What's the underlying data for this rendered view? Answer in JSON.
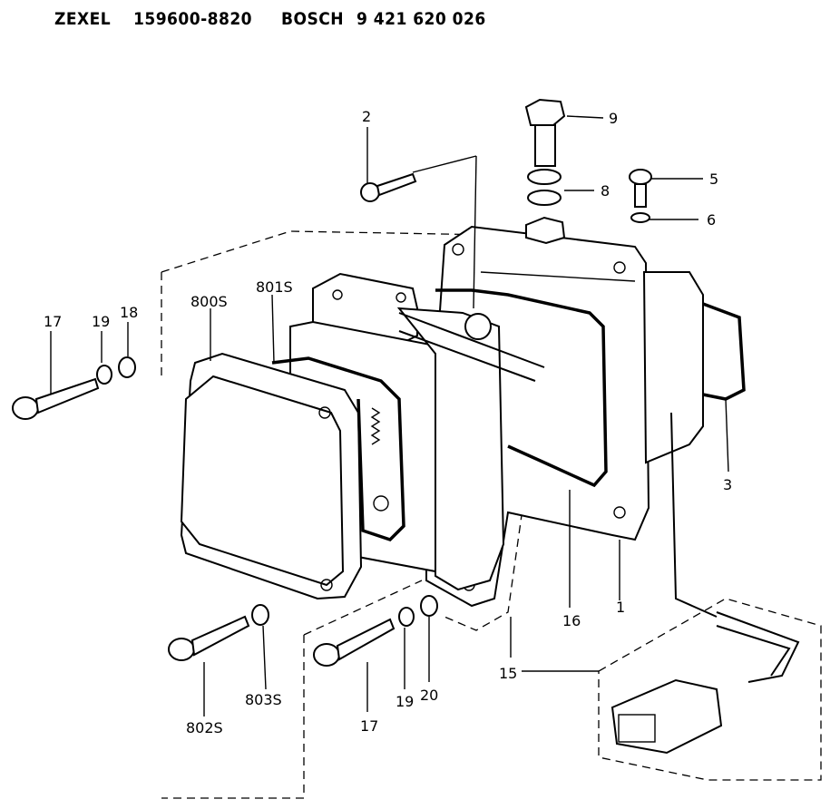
{
  "header": {
    "brand1": "ZEXEL",
    "part1": "159600-8820",
    "brand2": "BOSCH",
    "part2": "9 421 620 026"
  },
  "callouts": {
    "c2": "2",
    "c9": "9",
    "c8": "8",
    "c5": "5",
    "c6": "6",
    "c3": "3",
    "c16": "16",
    "c1": "1",
    "c15": "15",
    "c17a": "17",
    "c19a": "19",
    "c18": "18",
    "c800s": "800S",
    "c801s": "801S",
    "c802s": "802S",
    "c803s": "803S",
    "c17b": "17",
    "c19b": "19",
    "c20": "20"
  }
}
